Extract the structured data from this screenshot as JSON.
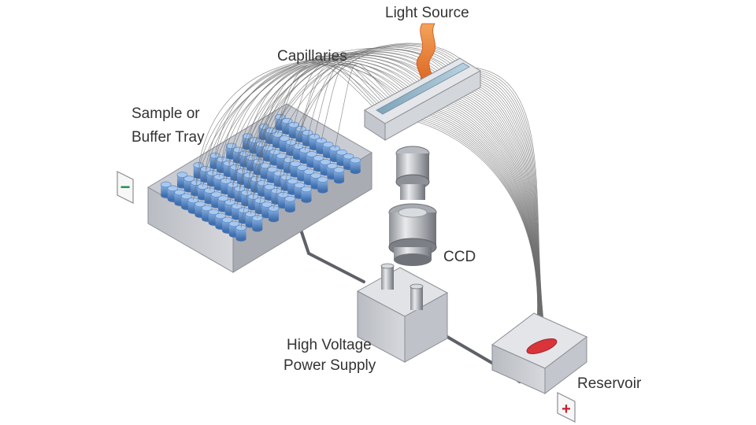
{
  "labels": {
    "light_source": "Light Source",
    "capillaries": "Capillaries",
    "sample_tray_line1": "Sample or",
    "sample_tray_line2": "Buffer Tray",
    "ccd": "CCD",
    "power_supply_line1": "High Voltage",
    "power_supply_line2": "Power Supply",
    "reservoir": "Reservoir"
  },
  "polarity": {
    "negative_symbol": "−",
    "positive_symbol": "+"
  },
  "colors": {
    "well_blue": "#5a8fcf",
    "flame_orange": "#e8792b",
    "reservoir_red": "#d9343a",
    "negative_green": "#1a8f4a",
    "positive_red": "#c8202a",
    "capillary_gray": "#6e6e6e"
  },
  "tray_grid": {
    "rows": 8,
    "cols": 12
  }
}
